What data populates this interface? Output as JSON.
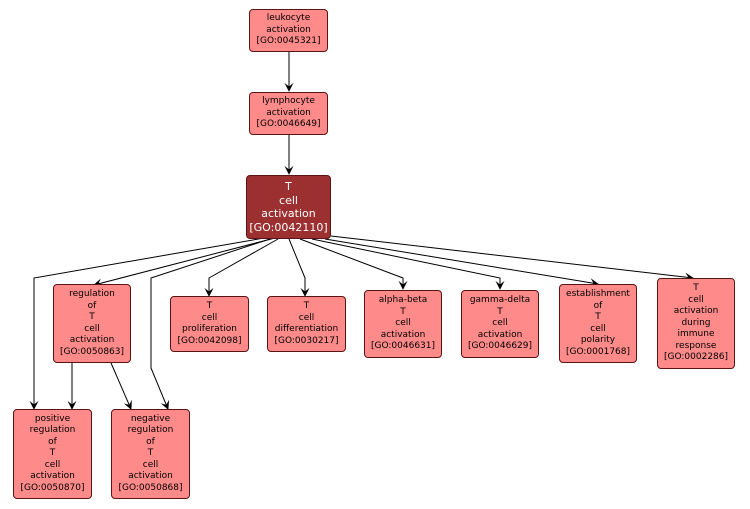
{
  "colors": {
    "node_fill": "#ff8a8a",
    "focus_fill": "#9c2f2f",
    "border": "#5a1414",
    "edge": "#000000"
  },
  "nodes": {
    "leukocyte_activation": {
      "lines": [
        "leukocyte",
        "activation"
      ],
      "go_id": "[GO:0045321]"
    },
    "lymphocyte_activation": {
      "lines": [
        "lymphocyte",
        "activation"
      ],
      "go_id": "[GO:0046649]"
    },
    "t_cell_activation": {
      "lines": [
        "T",
        "cell",
        "activation"
      ],
      "go_id": "[GO:0042110]"
    },
    "regulation_of_t_cell_activation": {
      "lines": [
        "regulation",
        "of",
        "T",
        "cell",
        "activation"
      ],
      "go_id": "[GO:0050863]"
    },
    "t_cell_proliferation": {
      "lines": [
        "T",
        "cell",
        "proliferation"
      ],
      "go_id": "[GO:0042098]"
    },
    "t_cell_differentiation": {
      "lines": [
        "T",
        "cell",
        "differentiation"
      ],
      "go_id": "[GO:0030217]"
    },
    "alpha_beta_t_cell_activation": {
      "lines": [
        "alpha-beta",
        "T",
        "cell",
        "activation"
      ],
      "go_id": "[GO:0046631]"
    },
    "gamma_delta_t_cell_activation": {
      "lines": [
        "gamma-delta",
        "T",
        "cell",
        "activation"
      ],
      "go_id": "[GO:0046629]"
    },
    "establishment_of_t_cell_polarity": {
      "lines": [
        "establishment",
        "of",
        "T",
        "cell",
        "polarity"
      ],
      "go_id": "[GO:0001768]"
    },
    "t_cell_activation_during_immune_response": {
      "lines": [
        "T",
        "cell",
        "activation",
        "during",
        "immune",
        "response"
      ],
      "go_id": "[GO:0002286]"
    },
    "positive_regulation_of_t_cell_activation": {
      "lines": [
        "positive",
        "regulation",
        "of",
        "T",
        "cell",
        "activation"
      ],
      "go_id": "[GO:0050870]"
    },
    "negative_regulation_of_t_cell_activation": {
      "lines": [
        "negative",
        "regulation",
        "of",
        "T",
        "cell",
        "activation"
      ],
      "go_id": "[GO:0050868]"
    }
  },
  "edges": [
    {
      "from": "leukocyte_activation",
      "to": "lymphocyte_activation"
    },
    {
      "from": "lymphocyte_activation",
      "to": "t_cell_activation"
    },
    {
      "from": "t_cell_activation",
      "to": "regulation_of_t_cell_activation"
    },
    {
      "from": "t_cell_activation",
      "to": "t_cell_proliferation"
    },
    {
      "from": "t_cell_activation",
      "to": "t_cell_differentiation"
    },
    {
      "from": "t_cell_activation",
      "to": "alpha_beta_t_cell_activation"
    },
    {
      "from": "t_cell_activation",
      "to": "gamma_delta_t_cell_activation"
    },
    {
      "from": "t_cell_activation",
      "to": "establishment_of_t_cell_polarity"
    },
    {
      "from": "t_cell_activation",
      "to": "t_cell_activation_during_immune_response"
    },
    {
      "from": "t_cell_activation",
      "to": "positive_regulation_of_t_cell_activation"
    },
    {
      "from": "t_cell_activation",
      "to": "negative_regulation_of_t_cell_activation"
    },
    {
      "from": "regulation_of_t_cell_activation",
      "to": "positive_regulation_of_t_cell_activation"
    },
    {
      "from": "regulation_of_t_cell_activation",
      "to": "negative_regulation_of_t_cell_activation"
    }
  ]
}
